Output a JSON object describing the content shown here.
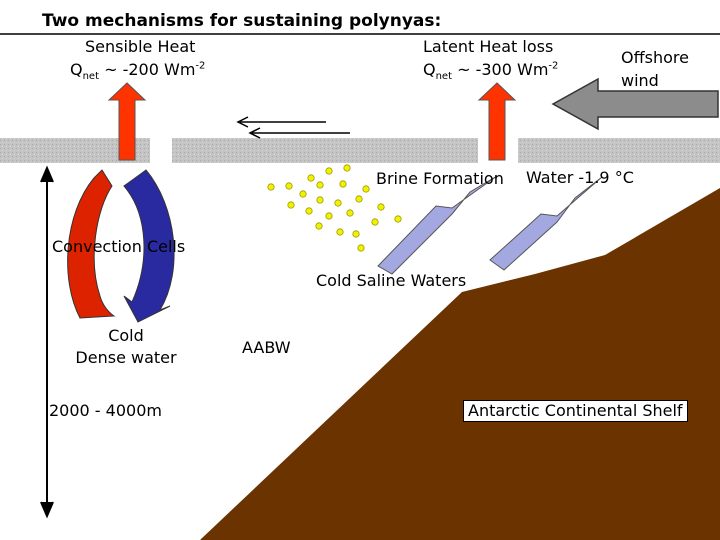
{
  "title": "Two mechanisms for sustaining polynyas:",
  "sensible": {
    "heading": "Sensible Heat",
    "q": "Q",
    "q_sub": "net",
    "value": " ~ -200 Wm",
    "exp": "-2"
  },
  "latent": {
    "heading": "Latent Heat loss",
    "q": "Q",
    "q_sub": "net",
    "value": " ~ -300 Wm",
    "exp": "-2"
  },
  "offshore_line1": "Offshore",
  "offshore_line2": "wind",
  "brine": "Brine Formation",
  "water_temp": "Water -1.9 °C",
  "convection": "Convection Cells",
  "cold_saline": "Cold Saline Waters",
  "cold_dense_line1": "Cold",
  "cold_dense_line2": "Dense water",
  "aabw": "AABW",
  "depth": "2000 - 4000m",
  "shelf": "Antarctic Continental Shelf",
  "colors": {
    "heat_arrow": "#ff3300",
    "cell_red": "#dd2200",
    "cell_blue": "#2a2aa0",
    "ice": "#c8c8c8",
    "shelf": "#6b3300",
    "saline_arrow": "#a4a8e0",
    "brine_dot": "#f2f200",
    "wind_arrow": "#8c8c8c"
  }
}
